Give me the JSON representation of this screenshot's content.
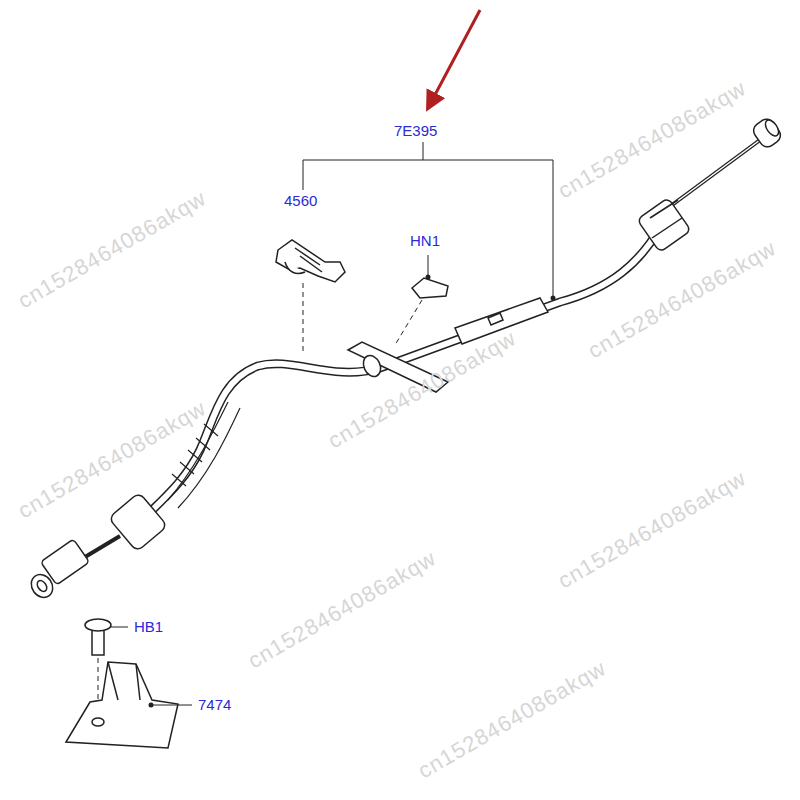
{
  "diagram": {
    "labels": [
      "7E395",
      "4560",
      "HN1",
      "HB1",
      "7474",
      "cn1528464086akqw",
      "cn1528464086akqw",
      "cn1528464086akqw",
      "cn1528464086akqw",
      "cn1528464086akqw",
      "cn1528464086akqw",
      "cn1528464086akqw",
      "cn1528464086akqw"
    ]
  }
}
